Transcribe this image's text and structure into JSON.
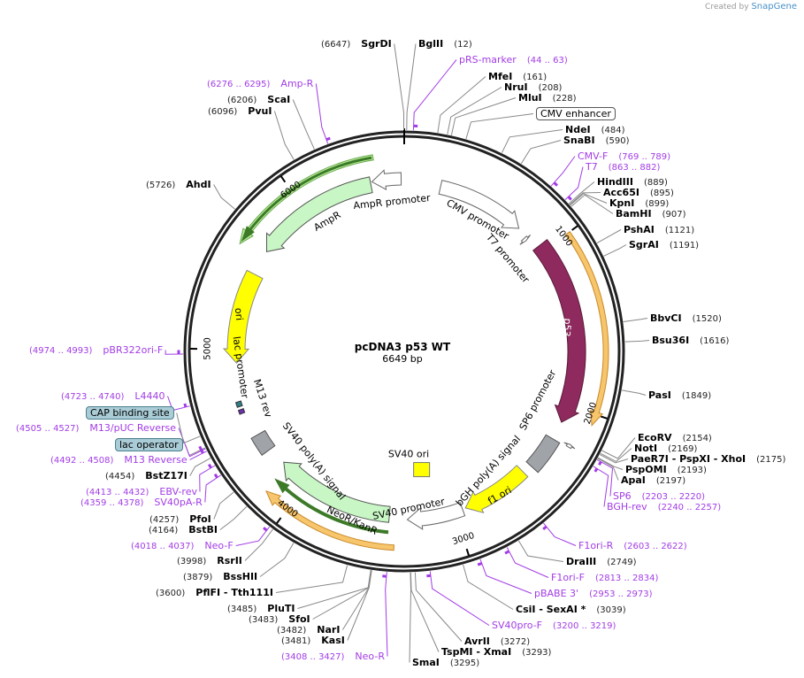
{
  "credit": {
    "prefix": "Created by",
    "brand": "SnapGene"
  },
  "plasmid": {
    "name": "pcDNA3 p53 WT",
    "length": "6649 bp",
    "length_bp": 6649
  },
  "ticks": [
    "1000",
    "2000",
    "3000",
    "4000",
    "5000",
    "6000"
  ],
  "colors": {
    "p53": "#8e2a5e",
    "ori": "#ffff00",
    "marker": "#c8f7c5",
    "promoter": "#ffffff",
    "polyA": "#a0a4a8",
    "orf": "#f7c56b",
    "primer": "#a23ce6",
    "backbone": "#222222"
  },
  "features": [
    {
      "label": "CMV promoter"
    },
    {
      "label": "T7 promoter"
    },
    {
      "label": "p53"
    },
    {
      "label": "SP6 promoter"
    },
    {
      "label": "bGH poly(A) signal"
    },
    {
      "label": "f1 ori"
    },
    {
      "label": "SV40 promoter"
    },
    {
      "label": "SV40 ori"
    },
    {
      "label": "NeoR/KanR"
    },
    {
      "label": "SV40 poly(A) signal"
    },
    {
      "label": "M13 rev"
    },
    {
      "label": "lac promoter"
    },
    {
      "label": "ori"
    },
    {
      "label": "AmpR"
    },
    {
      "label": "AmpR promoter"
    }
  ],
  "labels": [
    {
      "name": "SgrDI",
      "pos": "(6647)",
      "type": "enzyme"
    },
    {
      "name": "BglII",
      "pos": "(12)",
      "type": "enzyme"
    },
    {
      "name": "pRS-marker",
      "pos": "(44 .. 63)",
      "type": "primer"
    },
    {
      "name": "MfeI",
      "pos": "(161)",
      "type": "enzyme"
    },
    {
      "name": "NruI",
      "pos": "(208)",
      "type": "enzyme"
    },
    {
      "name": "MluI",
      "pos": "(228)",
      "type": "enzyme"
    },
    {
      "name": "CMV enhancer",
      "type": "box"
    },
    {
      "name": "NdeI",
      "pos": "(484)",
      "type": "enzyme"
    },
    {
      "name": "SnaBI",
      "pos": "(590)",
      "type": "enzyme"
    },
    {
      "name": "CMV-F",
      "pos": "(769 .. 789)",
      "type": "primer"
    },
    {
      "name": "T7",
      "pos": "(863 .. 882)",
      "type": "primer"
    },
    {
      "name": "HindIII",
      "pos": "(889)",
      "type": "enzyme"
    },
    {
      "name": "Acc65I",
      "pos": "(895)",
      "type": "enzyme"
    },
    {
      "name": "KpnI",
      "pos": "(899)",
      "type": "enzyme"
    },
    {
      "name": "BamHI",
      "pos": "(907)",
      "type": "enzyme"
    },
    {
      "name": "PshAI",
      "pos": "(1121)",
      "type": "enzyme"
    },
    {
      "name": "SgrAI",
      "pos": "(1191)",
      "type": "enzyme"
    },
    {
      "name": "BbvCI",
      "pos": "(1520)",
      "type": "enzyme"
    },
    {
      "name": "Bsu36I",
      "pos": "(1616)",
      "type": "enzyme"
    },
    {
      "name": "PasI",
      "pos": "(1849)",
      "type": "enzyme"
    },
    {
      "name": "EcoRV",
      "pos": "(2154)",
      "type": "enzyme"
    },
    {
      "name": "NotI",
      "pos": "(2169)",
      "type": "enzyme"
    },
    {
      "name": "PaeR7I   - PspXI   - XhoI",
      "pos": "(2175)",
      "type": "enzyme"
    },
    {
      "name": "PspOMI",
      "pos": "(2193)",
      "type": "enzyme"
    },
    {
      "name": "ApaI",
      "pos": "(2197)",
      "type": "enzyme"
    },
    {
      "name": "SP6",
      "pos": "(2203 .. 2220)",
      "type": "primer"
    },
    {
      "name": "BGH-rev",
      "pos": "(2240 .. 2257)",
      "type": "primer"
    },
    {
      "name": "F1ori-R",
      "pos": "(2603 .. 2622)",
      "type": "primer"
    },
    {
      "name": "DraIII",
      "pos": "(2749)",
      "type": "enzyme"
    },
    {
      "name": "F1ori-F",
      "pos": "(2813 .. 2834)",
      "type": "primer"
    },
    {
      "name": "pBABE 3'",
      "pos": "(2953 .. 2973)",
      "type": "primer"
    },
    {
      "name": "CsiI   - SexAI *",
      "pos": "(3039)",
      "type": "enzyme"
    },
    {
      "name": "SV40pro-F",
      "pos": "(3200 .. 3219)",
      "type": "primer"
    },
    {
      "name": "AvrII",
      "pos": "(3272)",
      "type": "enzyme"
    },
    {
      "name": "TspMI   - XmaI",
      "pos": "(3293)",
      "type": "enzyme"
    },
    {
      "name": "SmaI",
      "pos": "(3295)",
      "type": "enzyme"
    },
    {
      "name": "Neo-R",
      "pos": "(3408 .. 3427)",
      "type": "primer"
    },
    {
      "name": "KasI",
      "pos": "(3481)",
      "type": "enzyme"
    },
    {
      "name": "NarI",
      "pos": "(3482)",
      "type": "enzyme"
    },
    {
      "name": "SfoI",
      "pos": "(3483)",
      "type": "enzyme"
    },
    {
      "name": "PluTI",
      "pos": "(3485)",
      "type": "enzyme"
    },
    {
      "name": "PflFI   - Tth111I",
      "pos": "(3600)",
      "type": "enzyme"
    },
    {
      "name": "BssHII",
      "pos": "(3879)",
      "type": "enzyme"
    },
    {
      "name": "RsrII",
      "pos": "(3998)",
      "type": "enzyme"
    },
    {
      "name": "Neo-F",
      "pos": "(4018 .. 4037)",
      "type": "primer"
    },
    {
      "name": "BstBI",
      "pos": "(4164)",
      "type": "enzyme"
    },
    {
      "name": "PfoI",
      "pos": "(4257)",
      "type": "enzyme"
    },
    {
      "name": "SV40pA-R",
      "pos": "(4359 .. 4378)",
      "type": "primer"
    },
    {
      "name": "EBV-rev",
      "pos": "(4413 .. 4432)",
      "type": "primer"
    },
    {
      "name": "BstZ17I",
      "pos": "(4454)",
      "type": "enzyme"
    },
    {
      "name": "M13 Reverse",
      "pos": "(4492 .. 4508)",
      "type": "primer"
    },
    {
      "name": "lac operator",
      "type": "box-teal"
    },
    {
      "name": "M13/pUC Reverse",
      "pos": "(4505 .. 4527)",
      "type": "primer"
    },
    {
      "name": "CAP binding site",
      "type": "box-teal"
    },
    {
      "name": "L4440",
      "pos": "(4723 .. 4740)",
      "type": "primer"
    },
    {
      "name": "pBR322ori-F",
      "pos": "(4974 .. 4993)",
      "type": "primer"
    },
    {
      "name": "AhdI",
      "pos": "(5726)",
      "type": "enzyme"
    },
    {
      "name": "PvuI",
      "pos": "(6096)",
      "type": "enzyme"
    },
    {
      "name": "ScaI",
      "pos": "(6206)",
      "type": "enzyme"
    },
    {
      "name": "Amp-R",
      "pos": "(6276 .. 6295)",
      "type": "primer"
    }
  ]
}
